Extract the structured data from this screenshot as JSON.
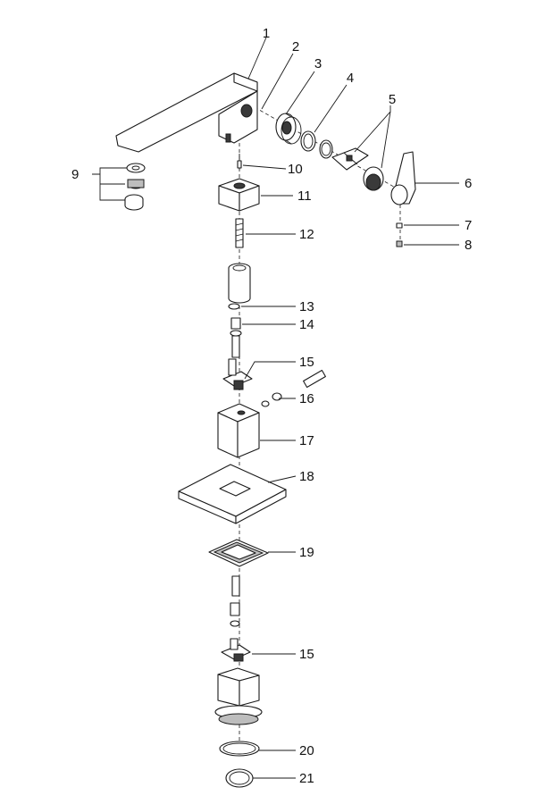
{
  "callouts": [
    {
      "id": "c1",
      "label": "1"
    },
    {
      "id": "c2",
      "label": "2"
    },
    {
      "id": "c3",
      "label": "3"
    },
    {
      "id": "c4",
      "label": "4"
    },
    {
      "id": "c5",
      "label": "5"
    },
    {
      "id": "c6",
      "label": "6"
    },
    {
      "id": "c7",
      "label": "7"
    },
    {
      "id": "c8",
      "label": "8"
    },
    {
      "id": "c9",
      "label": "9"
    },
    {
      "id": "c10",
      "label": "10"
    },
    {
      "id": "c11",
      "label": "11"
    },
    {
      "id": "c12",
      "label": "12"
    },
    {
      "id": "c13",
      "label": "13"
    },
    {
      "id": "c14",
      "label": "14"
    },
    {
      "id": "c15a",
      "label": "15"
    },
    {
      "id": "c16",
      "label": "16"
    },
    {
      "id": "c17",
      "label": "17"
    },
    {
      "id": "c18",
      "label": "18"
    },
    {
      "id": "c19",
      "label": "19"
    },
    {
      "id": "c15b",
      "label": "15"
    },
    {
      "id": "c20",
      "label": "20"
    },
    {
      "id": "c21",
      "label": "21"
    }
  ]
}
